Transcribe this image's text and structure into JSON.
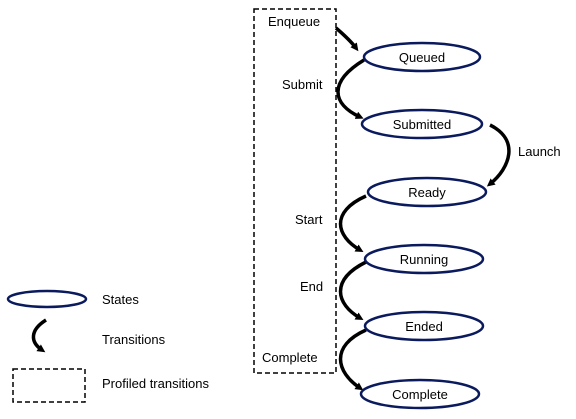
{
  "states": [
    {
      "id": "queued",
      "label": "Queued"
    },
    {
      "id": "submitted",
      "label": "Submitted"
    },
    {
      "id": "ready",
      "label": "Ready"
    },
    {
      "id": "running",
      "label": "Running"
    },
    {
      "id": "ended",
      "label": "Ended"
    },
    {
      "id": "complete",
      "label": "Complete"
    }
  ],
  "transitions": [
    {
      "label": "Enqueue",
      "to": "queued",
      "profiled": true
    },
    {
      "label": "Submit",
      "from": "queued",
      "to": "submitted",
      "profiled": true
    },
    {
      "label": "Launch",
      "from": "submitted",
      "to": "ready",
      "profiled": false
    },
    {
      "label": "Start",
      "from": "ready",
      "to": "running",
      "profiled": true
    },
    {
      "label": "End",
      "from": "running",
      "to": "ended",
      "profiled": true
    },
    {
      "label": "Complete",
      "from": "ended",
      "to": "complete",
      "profiled": true
    }
  ],
  "legend": {
    "states_label": "States",
    "transitions_label": "Transitions",
    "profiled_label": "Profiled transitions"
  },
  "colors": {
    "state_stroke": "#0a1a5c",
    "arrow": "#000000",
    "dashed_box": "#000000"
  }
}
